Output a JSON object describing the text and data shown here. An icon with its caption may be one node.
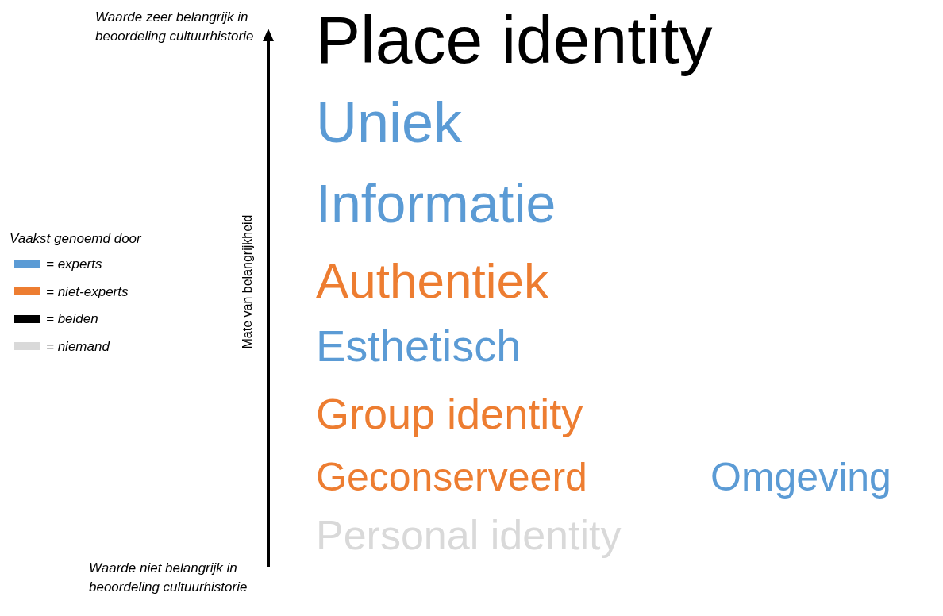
{
  "diagram": {
    "labels": [
      "Waarde zeer belangrijk in beoordeling cultuurhistorie",
      "Place identity",
      "Uniek",
      "Informatie",
      "Vaakst genoemd door",
      "Mate van belangrijkheid",
      "Authentiek",
      "Esthetisch",
      "Group identity",
      "Geconserveerd",
      "Omgeving",
      "Personal identity",
      "Waarde niet belangrijk in beoordeling cultuurhistorie"
    ],
    "legend": [
      {
        "text": "= experts",
        "color": "#5b9bd5"
      },
      {
        "text": "= niet-experts",
        "color": "#ed7d31"
      },
      {
        "text": "= beiden",
        "color": "#000000"
      },
      {
        "text": "= niemand",
        "color": "#d9d9d9"
      }
    ]
  }
}
